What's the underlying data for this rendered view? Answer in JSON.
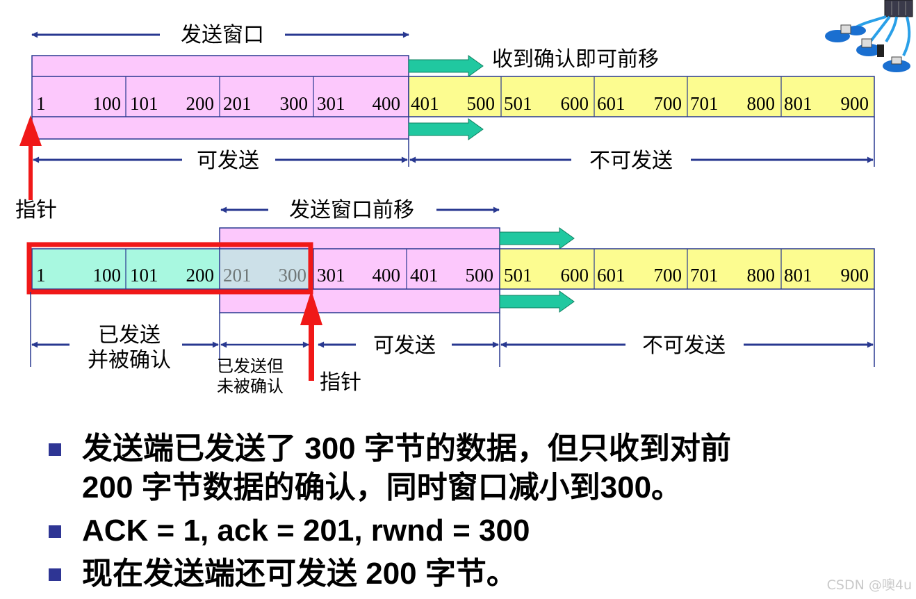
{
  "top": {
    "window_label": "发送窗口",
    "move_label": "收到确认即可前移",
    "sendable_label": "可发送",
    "not_sendable_label": "不可发送",
    "pointer_label": "指针",
    "cells": [
      {
        "start": "1",
        "end": "100"
      },
      {
        "start": "101",
        "end": "200"
      },
      {
        "start": "201",
        "end": "300"
      },
      {
        "start": "301",
        "end": "400"
      },
      {
        "start": "401",
        "end": "500"
      },
      {
        "start": "501",
        "end": "600"
      },
      {
        "start": "601",
        "end": "700"
      },
      {
        "start": "701",
        "end": "800"
      },
      {
        "start": "801",
        "end": "900"
      }
    ]
  },
  "bottom": {
    "window_label": "发送窗口前移",
    "sent_acked_line1": "已发送",
    "sent_acked_line2": "并被确认",
    "sent_unacked_line1": "已发送但",
    "sent_unacked_line2": "未被确认",
    "sendable_label": "可发送",
    "not_sendable_label": "不可发送",
    "pointer_label": "指针",
    "cells": [
      {
        "start": "1",
        "end": "100"
      },
      {
        "start": "101",
        "end": "200"
      },
      {
        "start": "201",
        "end": "300"
      },
      {
        "start": "301",
        "end": "400"
      },
      {
        "start": "401",
        "end": "500"
      },
      {
        "start": "501",
        "end": "600"
      },
      {
        "start": "601",
        "end": "700"
      },
      {
        "start": "701",
        "end": "800"
      },
      {
        "start": "801",
        "end": "900"
      }
    ]
  },
  "bullets": [
    {
      "line1": "发送端已发送了 300 字节的数据，但只收到对前",
      "line2": "200 字节数据的确认，同时窗口减小到300。"
    },
    {
      "line1": "ACK = 1, ack = 201, rwnd = 300",
      "line2": ""
    },
    {
      "line1": "现在发送端还可发送 200 字节。",
      "line2": ""
    }
  ],
  "watermark": "CSDN @噢4u",
  "icons": [
    "network-icon"
  ],
  "colors": {
    "window": "#fcc8fc",
    "yellow": "#fcfc90",
    "acked": "#a8f8e0",
    "unacked": "#cce0e8",
    "arrow_teal": "#20c8a0",
    "red": "#f01818",
    "dim_arrow": "#283890",
    "bullet_square": "#2e3594"
  }
}
